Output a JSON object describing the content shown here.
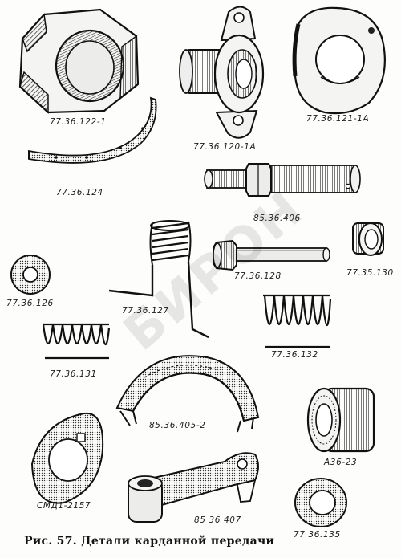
{
  "caption": "Рис. 57. Детали карданной передачи",
  "watermark": "БИРОН",
  "parts": [
    {
      "id": "nut",
      "label": "77.36.122-1"
    },
    {
      "id": "flange",
      "label": "77.36.120-1A"
    },
    {
      "id": "cam-plate",
      "label": "77.36.121-1A"
    },
    {
      "id": "lining-strip",
      "label": "77.36.124"
    },
    {
      "id": "pin",
      "label": "85.36.406"
    },
    {
      "id": "small-bushing",
      "label": "77.35.130"
    },
    {
      "id": "bolt",
      "label": "77.36.128"
    },
    {
      "id": "washer",
      "label": "77.36.126"
    },
    {
      "id": "spring-with-hooks",
      "label": "77.36.127"
    },
    {
      "id": "spring-large",
      "label": "77.36.132"
    },
    {
      "id": "spring-small",
      "label": "77.36.131"
    },
    {
      "id": "brake-shoe",
      "label": "85.36.405-2"
    },
    {
      "id": "bearing",
      "label": "A36-23"
    },
    {
      "id": "lock-washer",
      "label": "СМД1-2157"
    },
    {
      "id": "lever",
      "label": "85 36 407"
    },
    {
      "id": "ring",
      "label": "77 36.135"
    }
  ]
}
